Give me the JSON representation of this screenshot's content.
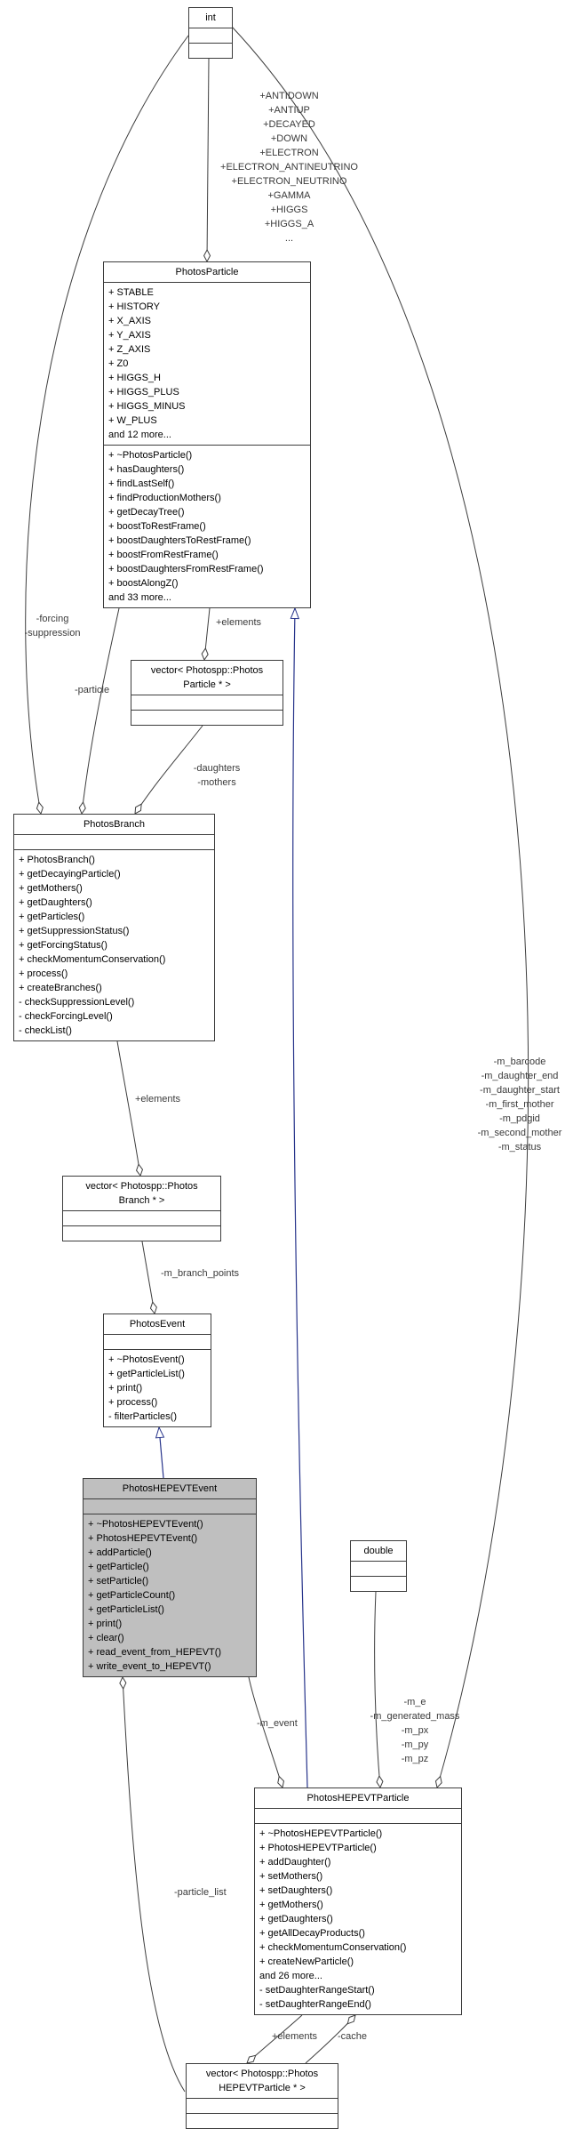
{
  "classes": {
    "int": {
      "name": "int"
    },
    "double": {
      "name": "double"
    },
    "photos_particle": {
      "name": "PhotosParticle",
      "attributes": [
        "+ STABLE",
        "+ HISTORY",
        "+ X_AXIS",
        "+ Y_AXIS",
        "+ Z_AXIS",
        "+ Z0",
        "+ HIGGS_H",
        "+ HIGGS_PLUS",
        "+ HIGGS_MINUS",
        "+ W_PLUS",
        "and 12 more..."
      ],
      "methods": [
        "+ ~PhotosParticle()",
        "+ hasDaughters()",
        "+ findLastSelf()",
        "+ findProductionMothers()",
        "+ getDecayTree()",
        "+ boostToRestFrame()",
        "+ boostDaughtersToRestFrame()",
        "+ boostFromRestFrame()",
        "+ boostDaughtersFromRestFrame()",
        "+ boostAlongZ()",
        "and 33 more..."
      ]
    },
    "vector_particle": {
      "name": "vector< Photospp::Photos\nParticle * >"
    },
    "photos_branch": {
      "name": "PhotosBranch",
      "methods": [
        "+ PhotosBranch()",
        "+ getDecayingParticle()",
        "+ getMothers()",
        "+ getDaughters()",
        "+ getParticles()",
        "+ getSuppressionStatus()",
        "+ getForcingStatus()",
        "+ checkMomentumConservation()",
        "+ process()",
        "+ createBranches()",
        "- checkSuppressionLevel()",
        "- checkForcingLevel()",
        "- checkList()"
      ]
    },
    "vector_branch": {
      "name": "vector< Photospp::Photos\nBranch * >"
    },
    "photos_event": {
      "name": "PhotosEvent",
      "methods": [
        "+ ~PhotosEvent()",
        "+ getParticleList()",
        "+ print()",
        "+ process()",
        "- filterParticles()"
      ]
    },
    "photos_hepevt_event": {
      "name": "PhotosHEPEVTEvent",
      "methods": [
        "+ ~PhotosHEPEVTEvent()",
        "+ PhotosHEPEVTEvent()",
        "+ addParticle()",
        "+ getParticle()",
        "+ setParticle()",
        "+ getParticleCount()",
        "+ getParticleList()",
        "+ print()",
        "+ clear()",
        "+ read_event_from_HEPEVT()",
        "+ write_event_to_HEPEVT()"
      ]
    },
    "photos_hepevt_particle": {
      "name": "PhotosHEPEVTParticle",
      "methods": [
        "+ ~PhotosHEPEVTParticle()",
        "+ PhotosHEPEVTParticle()",
        "+ addDaughter()",
        "+ setMothers()",
        "+ setDaughters()",
        "+ getMothers()",
        "+ getDaughters()",
        "+ getAllDecayProducts()",
        "+ checkMomentumConservation()",
        "+ createNewParticle()",
        "and 26 more...",
        "- setDaughterRangeStart()",
        "- setDaughterRangeEnd()"
      ]
    },
    "vector_hepevt_particle": {
      "name": "vector< Photospp::Photos\nHEPEVTParticle * >"
    }
  },
  "edge_labels": {
    "particle_constants": "+ANTIDOWN\n+ANTIUP\n+DECAYED\n+DOWN\n+ELECTRON\n+ELECTRON_ANTINEUTRINO\n+ELECTRON_NEUTRINO\n+GAMMA\n+HIGGS\n+HIGGS_A\n...",
    "forcing_suppression": "-forcing\n-suppression",
    "elements_particle": "+elements",
    "particle": "-particle",
    "daughters_mothers": "-daughters\n-mothers",
    "elements_branch": "+elements",
    "m_branch_points": "-m_branch_points",
    "hepevt_int_members": "-m_barcode\n-m_daughter_end\n-m_daughter_start\n-m_first_mother\n-m_pdgid\n-m_second_mother\n-m_status",
    "hepevt_double_members": "-m_e\n-m_generated_mass\n-m_px\n-m_py\n-m_pz",
    "m_event": "-m_event",
    "particle_list": "-particle_list",
    "elements_hepevt": "+elements",
    "cache": "-cache"
  },
  "colors": {
    "edge": "#3d3d3d",
    "inheritance": "#27348b",
    "highlight_fill": "#bfbfbf"
  }
}
